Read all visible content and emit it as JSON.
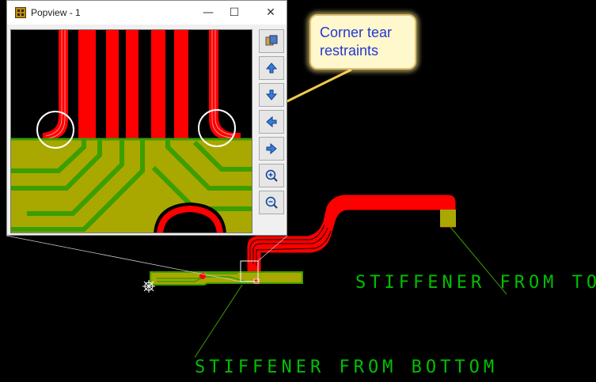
{
  "popview": {
    "title": "Popview - 1",
    "controls": {
      "minimize": "—",
      "maximize": "☐",
      "close": "✕"
    },
    "toolbar": [
      {
        "name": "copy-view-button",
        "icon": "copy-icon"
      },
      {
        "name": "pan-up-button",
        "icon": "arrow-up-icon"
      },
      {
        "name": "pan-down-button",
        "icon": "arrow-down-icon"
      },
      {
        "name": "pan-left-button",
        "icon": "arrow-left-icon"
      },
      {
        "name": "pan-right-button",
        "icon": "arrow-right-icon"
      },
      {
        "name": "zoom-in-button",
        "icon": "zoom-in-icon"
      },
      {
        "name": "zoom-out-button",
        "icon": "zoom-out-icon"
      }
    ]
  },
  "callout": {
    "line1": "Corner tear",
    "line2": "restraints"
  },
  "labels": {
    "stiffener_top": "STIFFENER FROM TOP",
    "stiffener_bottom": "STIFFENER FROM BOTTOM"
  },
  "colors": {
    "trace_red": "#ff0000",
    "stiffener": "#a8a800",
    "trace_green": "#3c9e00",
    "text_green": "#00c000"
  }
}
